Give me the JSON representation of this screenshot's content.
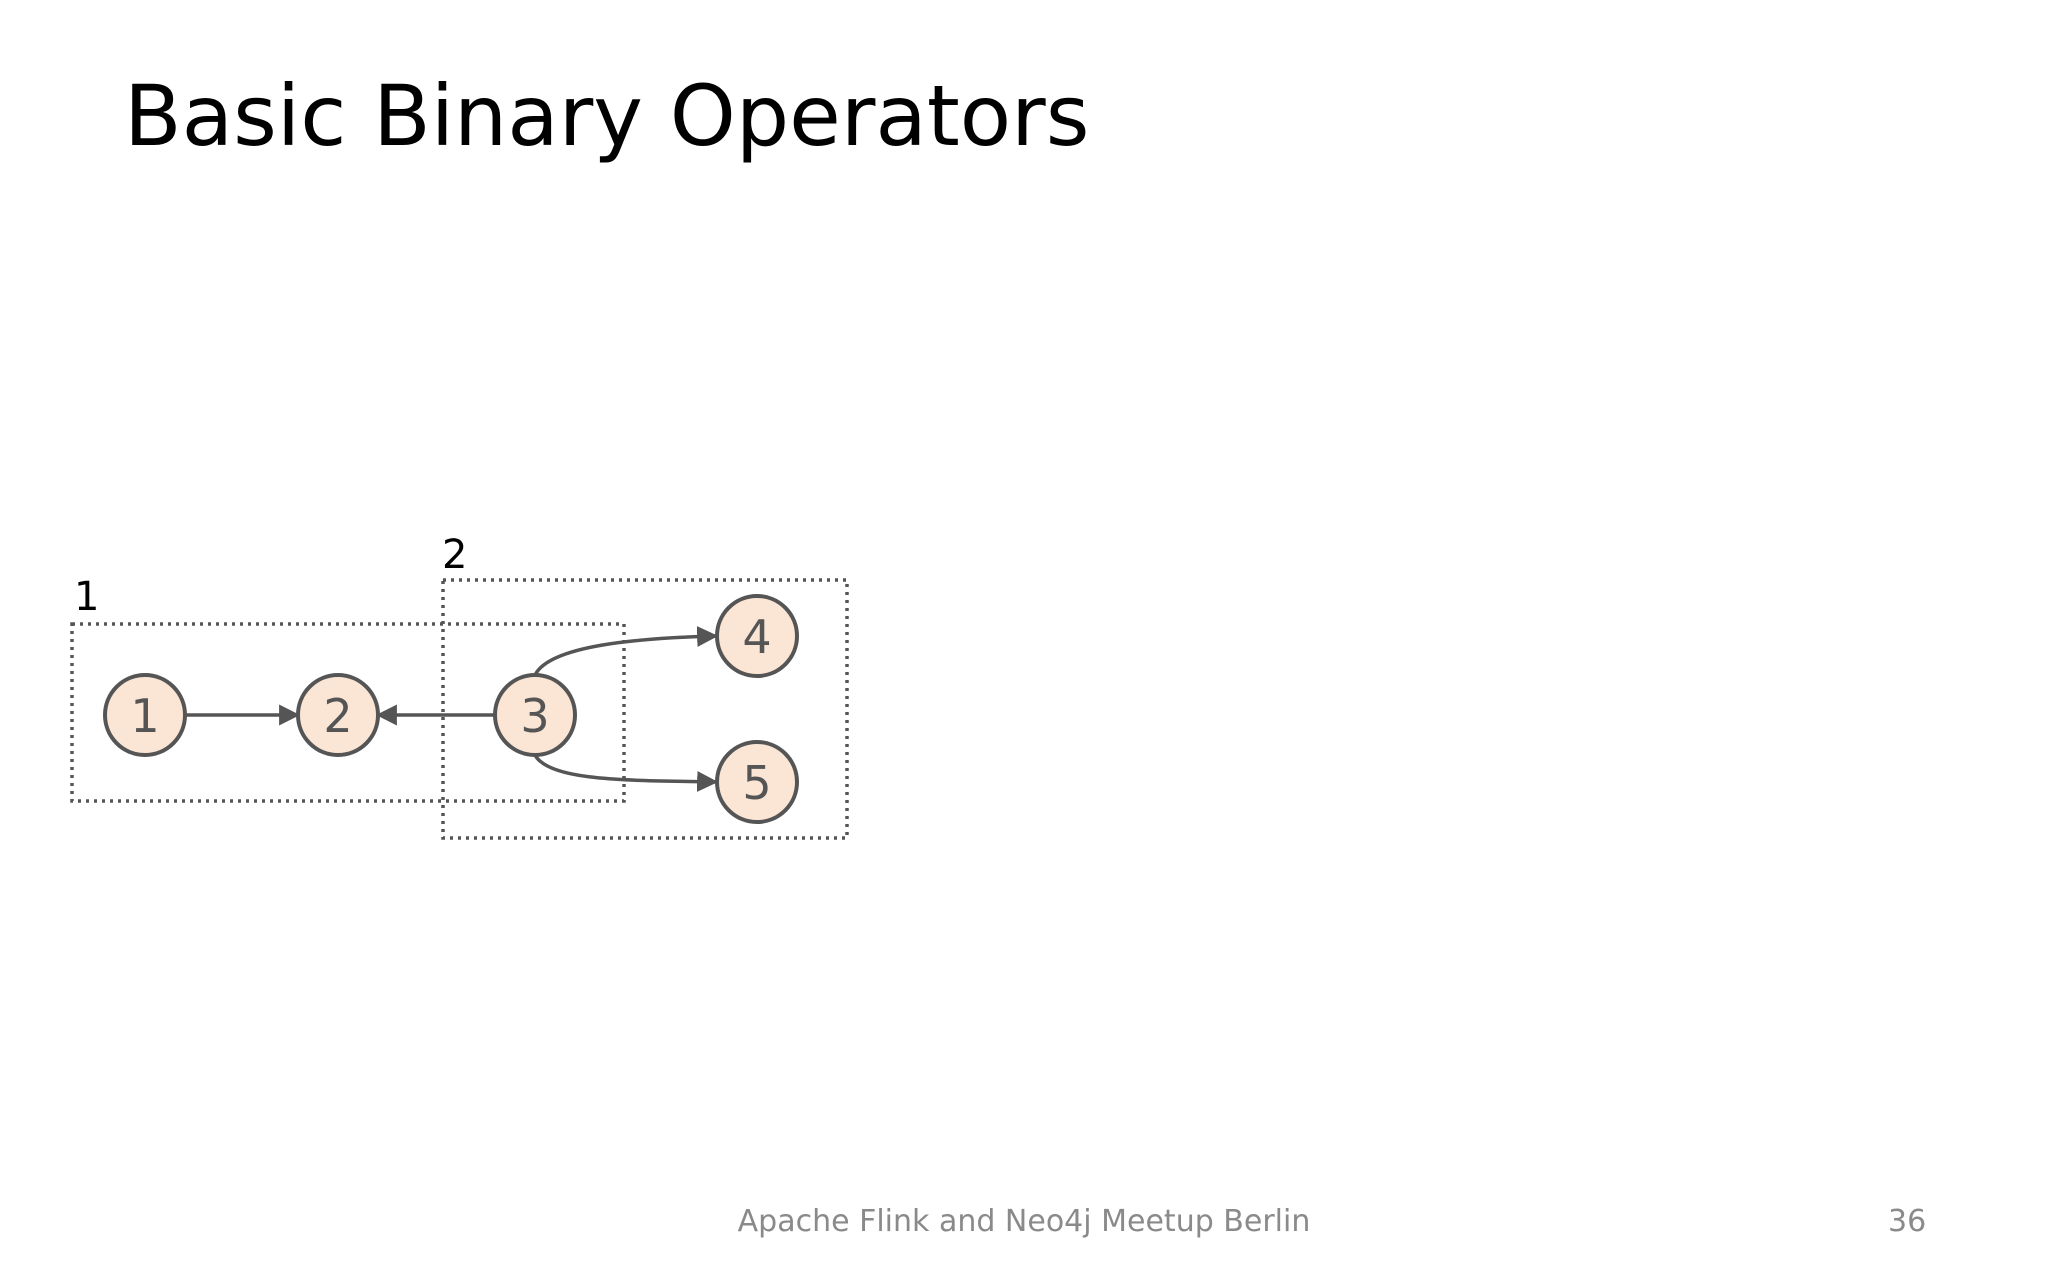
{
  "slide": {
    "title": "Basic Binary Operators",
    "footer": "Apache Flink and Neo4j Meetup Berlin",
    "page_number": "36"
  },
  "diagram": {
    "groups": [
      {
        "id": "group-1",
        "label": "1"
      },
      {
        "id": "group-2",
        "label": "2"
      }
    ],
    "nodes": [
      {
        "id": "node-1",
        "label": "1"
      },
      {
        "id": "node-2",
        "label": "2"
      },
      {
        "id": "node-3",
        "label": "3"
      },
      {
        "id": "node-4",
        "label": "4"
      },
      {
        "id": "node-5",
        "label": "5"
      }
    ],
    "edges": [
      {
        "from": "1",
        "to": "2"
      },
      {
        "from": "3",
        "to": "2"
      },
      {
        "from": "3",
        "to": "4"
      },
      {
        "from": "3",
        "to": "5"
      }
    ],
    "colors": {
      "node_fill": "#fbe6d6",
      "node_stroke": "#555555",
      "edge": "#555555",
      "group_border": "#555555",
      "footer_text": "#8a8a8a"
    }
  }
}
